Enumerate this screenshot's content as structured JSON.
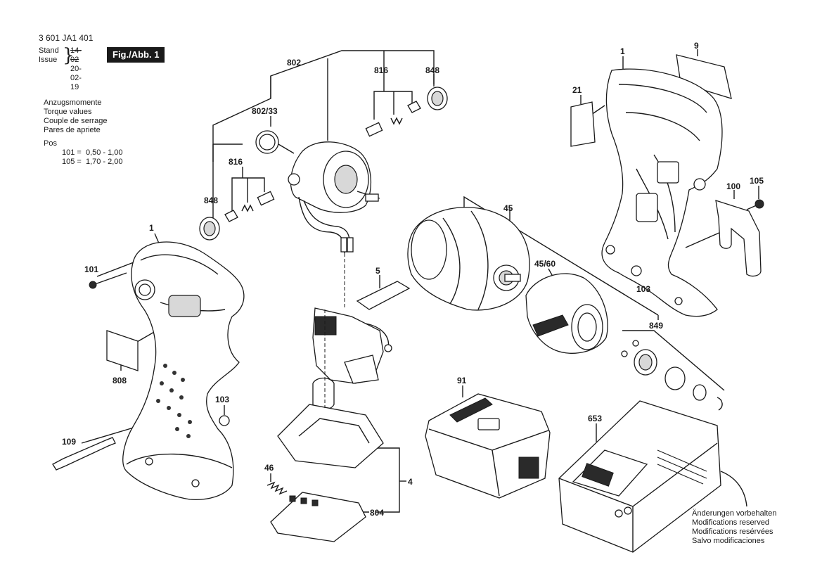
{
  "header": {
    "document_number": "3 601 JA1 401",
    "stand_label": "Stand",
    "issue_label": "Issue",
    "stand_date_old": "14-02",
    "issue_date": "20-02-19",
    "figure_label": "Fig./Abb. 1"
  },
  "torque": {
    "lines": [
      "Anzugsmomente",
      "Torque values",
      "Couple de serrage",
      "Pares de apriete"
    ],
    "pos_label": "Pos",
    "values": [
      {
        "pos": "101",
        "range": "0,50 - 1,00"
      },
      {
        "pos": "105",
        "range": "1,70 - 2,00"
      }
    ]
  },
  "modifications": [
    "Änderungen vorbehalten",
    "Modifications reserved",
    "Modifications resérvées",
    "Salvo modificaciones"
  ],
  "parts": [
    "802",
    "816",
    "848",
    "802/33",
    "816",
    "848",
    "1",
    "101",
    "808",
    "103",
    "109",
    "5",
    "46",
    "804",
    "4",
    "45",
    "45/60",
    "849",
    "91",
    "653",
    "1",
    "9",
    "21",
    "100",
    "105",
    "103"
  ]
}
